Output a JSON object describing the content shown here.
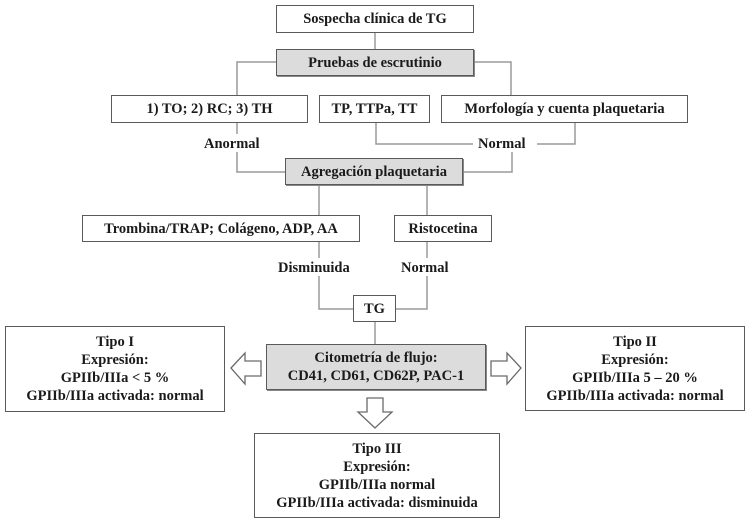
{
  "diagram": {
    "nodes": {
      "start": "Sospecha clínica de TG",
      "screening": "Pruebas de escrutinio",
      "test_to_rc_th": "1) TO; 2) RC; 3) TH",
      "test_tp": "TP, TTPa, TT",
      "test_morph": "Morfología y cuenta plaquetaria",
      "aggregation": "Agregación plaquetaria",
      "agonists": "Trombina/TRAP; Colágeno, ADP, AA",
      "ristocetin": "Ristocetina",
      "tg": "TG",
      "flow_cytometry": [
        "Citometría de flujo:",
        "CD41, CD61, CD62P, PAC-1"
      ],
      "type1": [
        "Tipo I",
        "Expresión:",
        "GPIIb/IIIa < 5 %",
        "GPIIb/IIIa activada: normal"
      ],
      "type2": [
        "Tipo II",
        "Expresión:",
        "GPIIb/IIIa 5 – 20 %",
        "GPIIb/IIIa activada: normal"
      ],
      "type3": [
        "Tipo III",
        "Expresión:",
        "GPIIb/IIIa normal",
        "GPIIb/IIIa activada: disminuida"
      ]
    },
    "edge_labels": {
      "abnormal": "Anormal",
      "normal_screening": "Normal",
      "decreased": "Disminuida",
      "normal_ristocetin": "Normal"
    },
    "colors": {
      "highlight_box": "#dcdcdc",
      "line": "#9a9a9a",
      "border": "#5a5a5a"
    }
  }
}
